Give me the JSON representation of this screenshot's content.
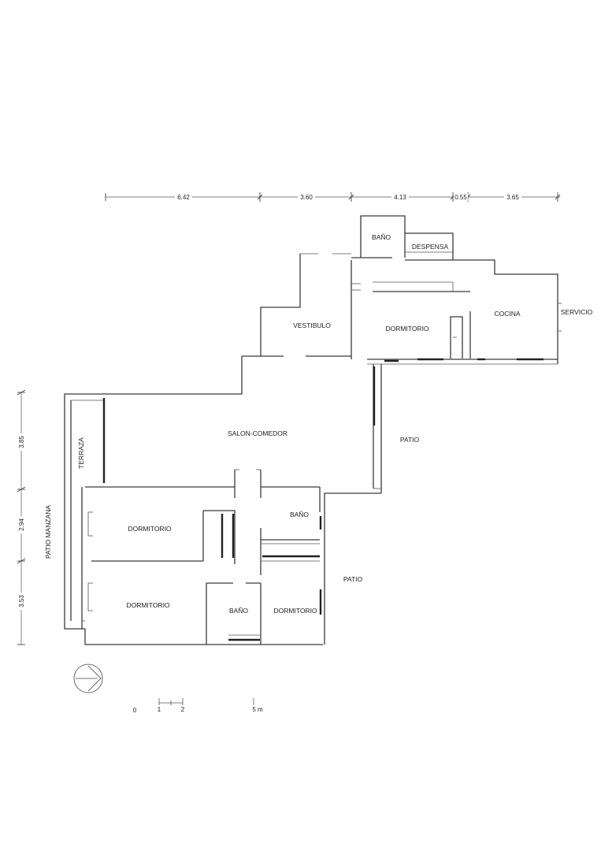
{
  "dimensions": {
    "top": [
      "6.42",
      "3.60",
      "4.13",
      "0.55",
      "3.65"
    ],
    "left": [
      "3.85",
      "2.94",
      "3.53"
    ]
  },
  "rooms": {
    "bano_top": "BAÑO",
    "despensa": "DESPENSA",
    "vestibulo": "VESTIBULO",
    "dormitorio_top": "DORMITORIO",
    "cocina": "COCINA",
    "servicio": "SERVICIO",
    "salon_comedor": "SALON-COMEDOR",
    "terraza": "TERRAZA",
    "patio_right": "PATIO",
    "patio_lower": "PATIO",
    "patio_manzana": "PATIO MANZANA",
    "dormitorio_left1": "DORMITORIO",
    "dormitorio_left2": "DORMITORIO",
    "bano_mid": "BAÑO",
    "bano_bottom": "BAÑO",
    "dormitorio_bottom": "DORMITORIO"
  },
  "scale": {
    "labels": [
      "0",
      "1",
      "2",
      "5 m"
    ]
  }
}
